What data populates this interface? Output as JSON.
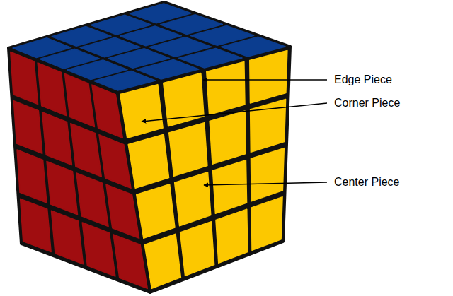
{
  "diagram": {
    "labels": [
      "Edge Piece",
      "Corner Piece",
      "Center Piece"
    ]
  }
}
